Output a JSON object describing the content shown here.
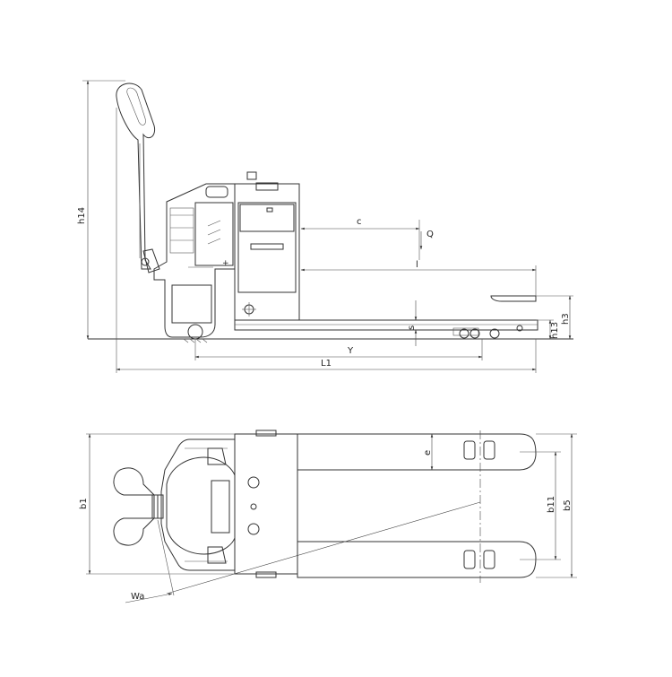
{
  "side_view": {
    "labels": {
      "h14": "h14",
      "c": "c",
      "q": "Q",
      "l": "l",
      "s": "s",
      "h13": "h13",
      "h3": "h3",
      "y": "Y",
      "l1": "L1"
    }
  },
  "top_view": {
    "labels": {
      "b1": "b1",
      "e": "e",
      "b11": "b11",
      "b5": "b5",
      "wa": "Wa"
    }
  }
}
